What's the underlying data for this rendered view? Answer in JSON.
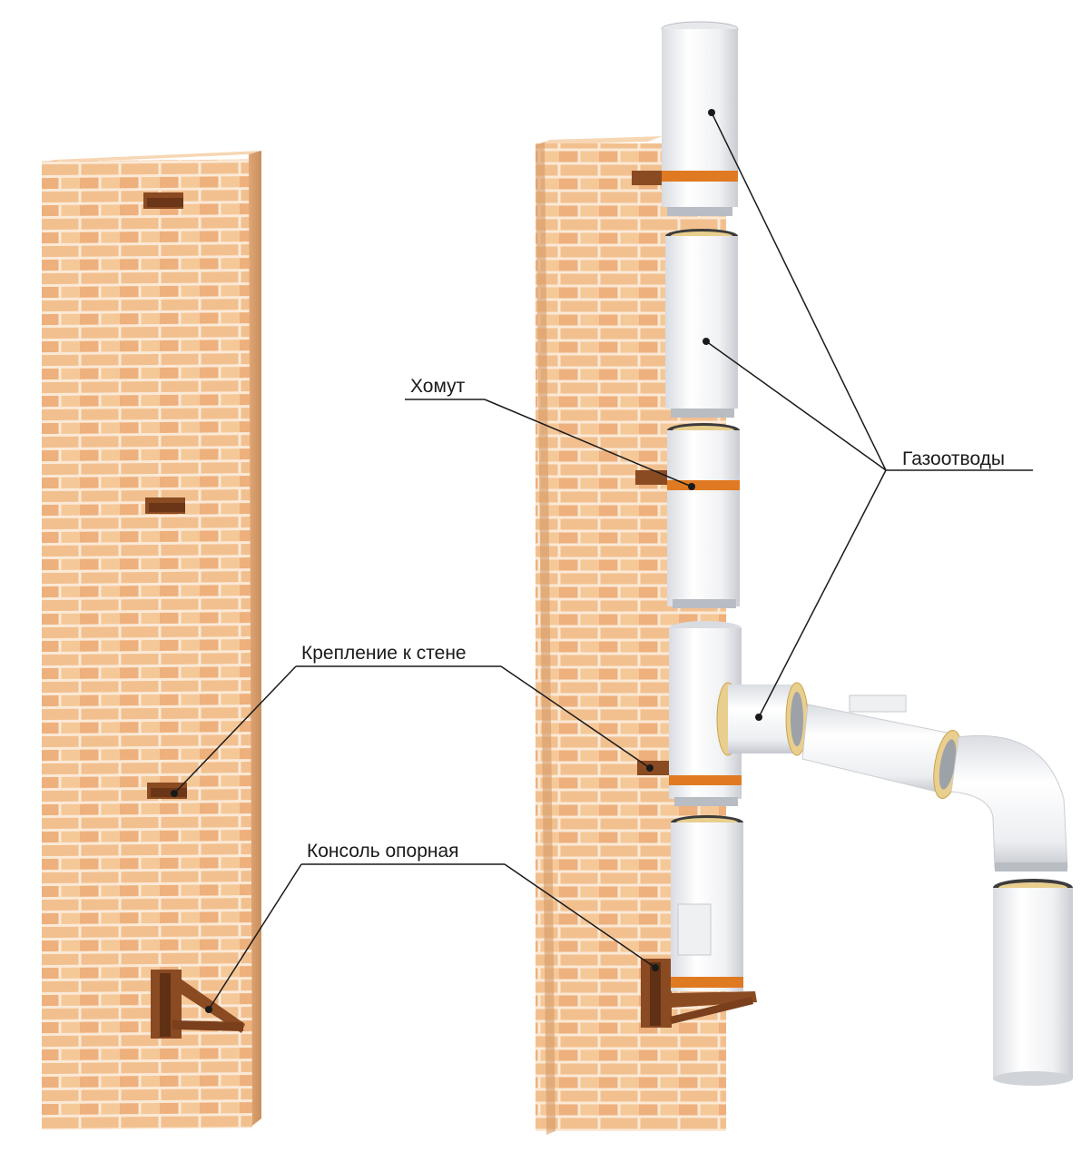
{
  "labels": {
    "clamp": "Хомут",
    "gas_ducts": "Газоотводы",
    "wall_mount": "Крепление к стене",
    "support_console": "Консоль опорная"
  },
  "colors": {
    "brick": "#f2c08f",
    "brick_dark": "#d99a63",
    "mortar": "#fbe9d6",
    "bracket": "#8a4a22",
    "pipe": "#f4f5f7",
    "pipe_shade": "#d5d8dd",
    "band": "#e07a22",
    "insulation": "#e9cf8e"
  }
}
